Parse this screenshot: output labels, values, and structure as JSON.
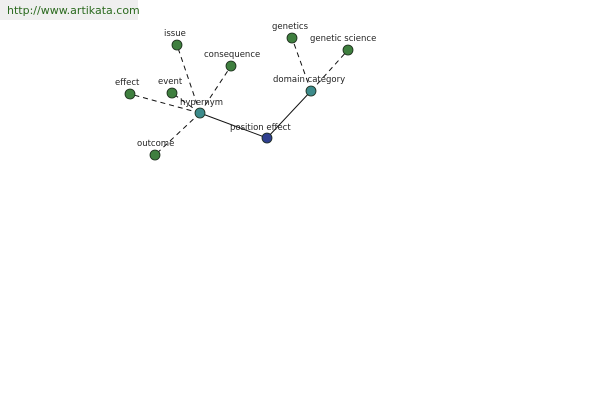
{
  "source_url": "http://www.artikata.com",
  "colors": {
    "leaf_node": "#3f7f3f",
    "hub_node": "#3d8b8b",
    "root_node": "#2f3f8f",
    "edge": "#111111"
  },
  "nodes": [
    {
      "id": "position-effect",
      "label": "position effect",
      "kind": "root"
    },
    {
      "id": "hypernym",
      "label": "hypernym",
      "kind": "hub"
    },
    {
      "id": "domain-category",
      "label": "domain category",
      "kind": "hub"
    },
    {
      "id": "issue",
      "label": "issue",
      "kind": "leaf"
    },
    {
      "id": "consequence",
      "label": "consequence",
      "kind": "leaf"
    },
    {
      "id": "effect",
      "label": "effect",
      "kind": "leaf"
    },
    {
      "id": "event",
      "label": "event",
      "kind": "leaf"
    },
    {
      "id": "outcome",
      "label": "outcome",
      "kind": "leaf"
    },
    {
      "id": "genetics",
      "label": "genetics",
      "kind": "leaf"
    },
    {
      "id": "genetic-science",
      "label": "genetic science",
      "kind": "leaf"
    }
  ],
  "edges": [
    {
      "from": "position-effect",
      "to": "hypernym",
      "style": "solid"
    },
    {
      "from": "position-effect",
      "to": "domain-category",
      "style": "solid"
    },
    {
      "from": "hypernym",
      "to": "issue",
      "style": "dashed"
    },
    {
      "from": "hypernym",
      "to": "consequence",
      "style": "dashed"
    },
    {
      "from": "hypernym",
      "to": "effect",
      "style": "dashed"
    },
    {
      "from": "hypernym",
      "to": "event",
      "style": "dashed"
    },
    {
      "from": "hypernym",
      "to": "outcome",
      "style": "dashed"
    },
    {
      "from": "domain-category",
      "to": "genetics",
      "style": "dashed"
    },
    {
      "from": "domain-category",
      "to": "genetic-science",
      "style": "dashed"
    }
  ]
}
